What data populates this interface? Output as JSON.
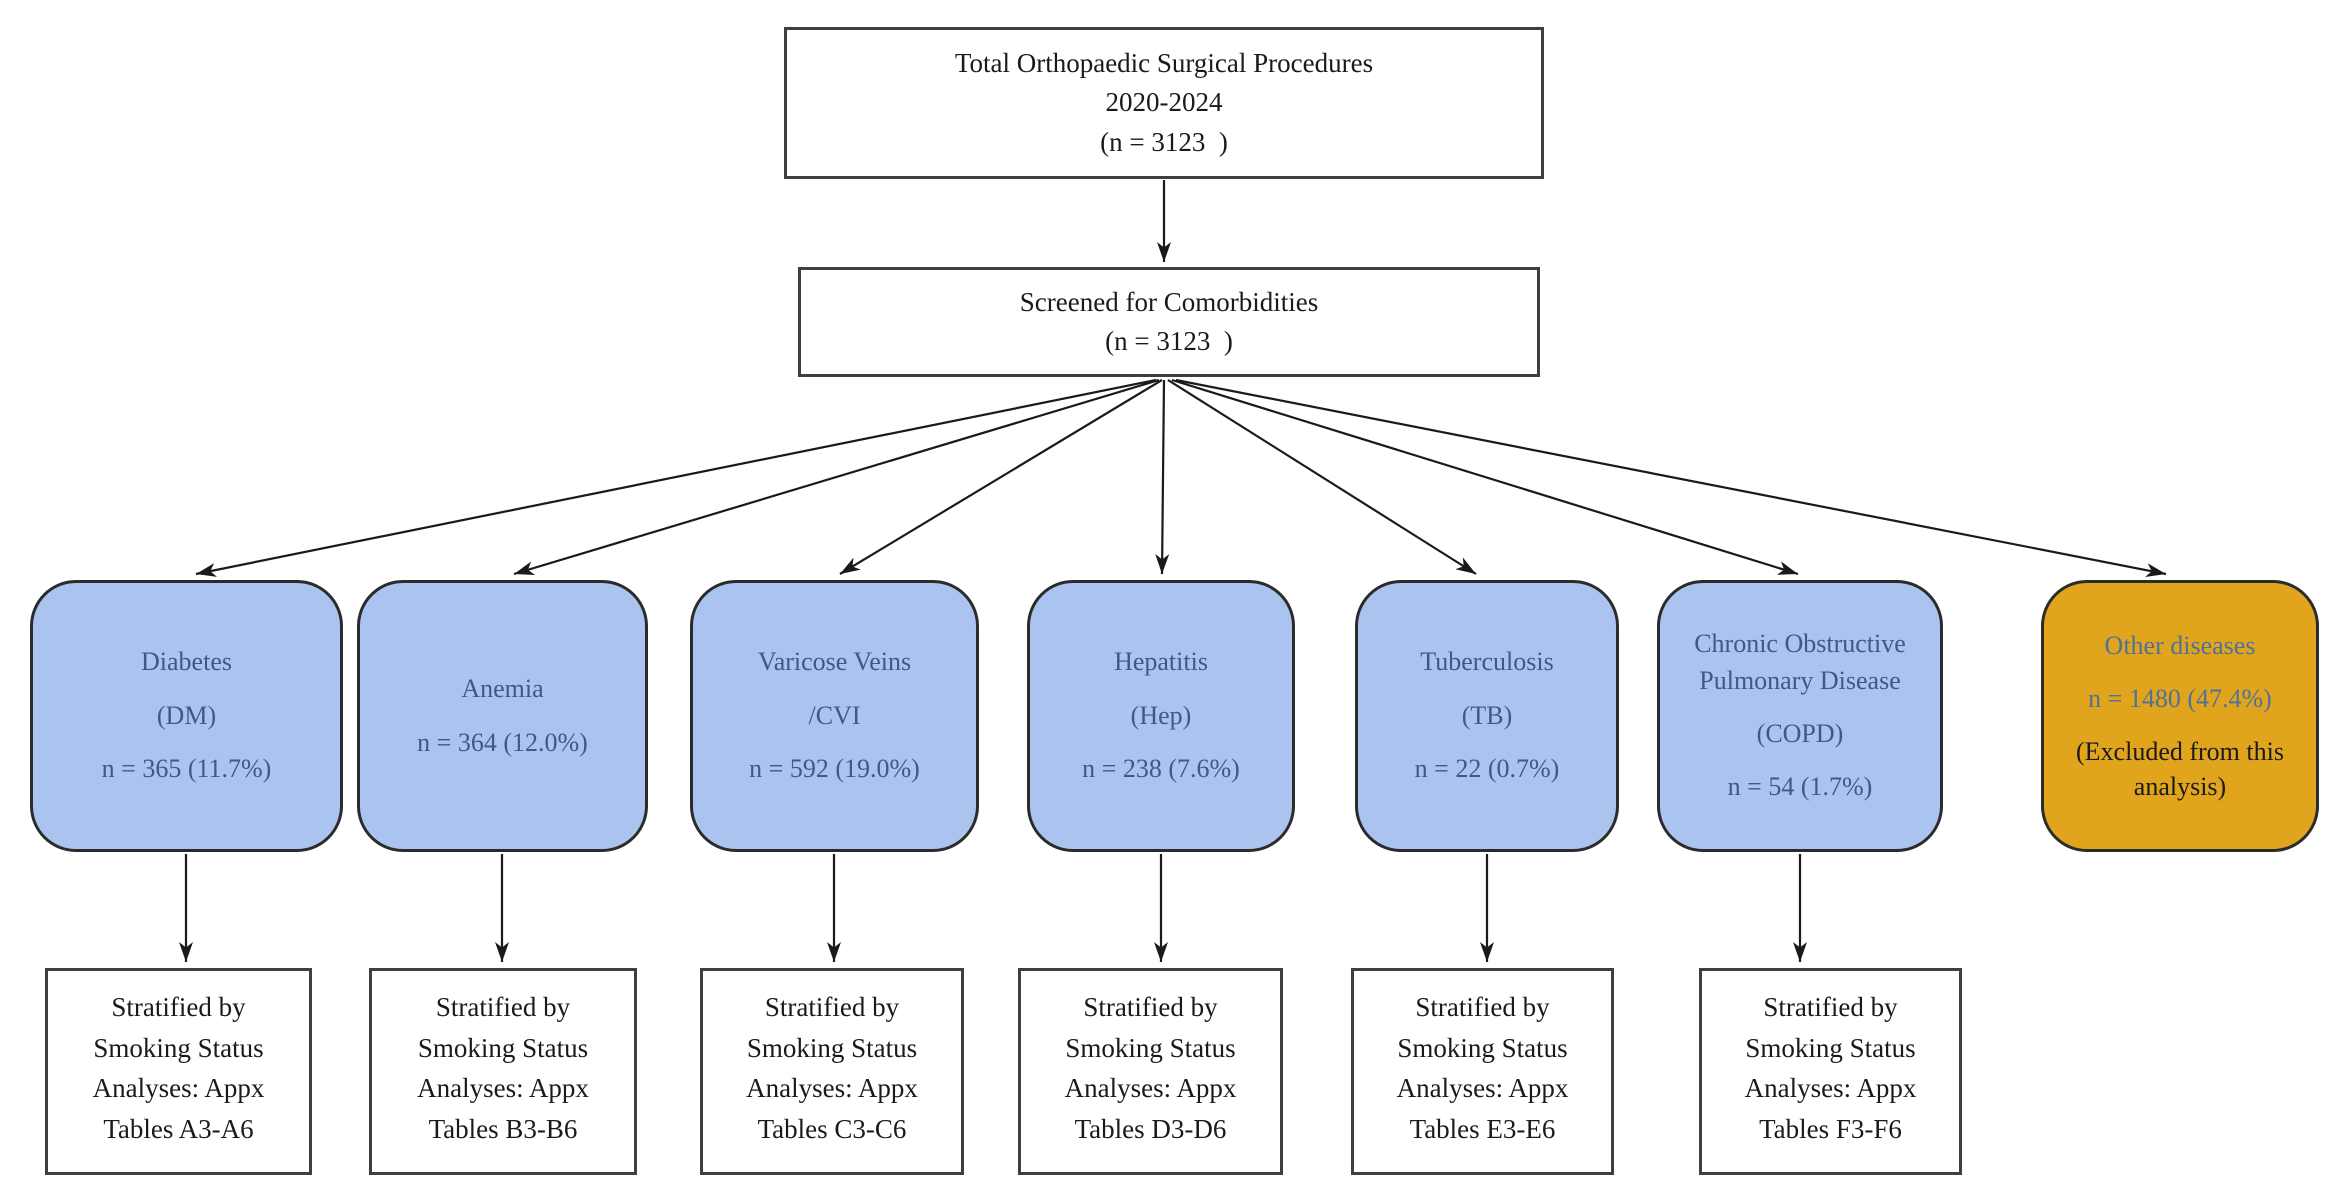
{
  "flowchart": {
    "title_box": {
      "line1": "Total Orthopaedic Surgical Procedures",
      "line2": "2020-2024",
      "line3": "(n = 3123  )"
    },
    "screening_box": {
      "line1": "Screened for Comorbidities",
      "line2": "(n = 3123  )"
    },
    "comorbidities": [
      {
        "name": "Diabetes",
        "abbrev": "(DM)",
        "count": "n = 365 (11.7%)"
      },
      {
        "name": "Anemia",
        "count": "n = 364 (12.0%)"
      },
      {
        "name": "Varicose Veins",
        "abbrev": "/CVI",
        "count": "n = 592 (19.0%)"
      },
      {
        "name": "Hepatitis",
        "abbrev": "(Hep)",
        "count": "n = 238 (7.6%)"
      },
      {
        "name": "Tuberculosis",
        "abbrev": "(TB)",
        "count": "n = 22 (0.7%)"
      },
      {
        "name": "Chronic Obstructive Pulmonary Disease",
        "abbrev": "(COPD)",
        "count": "n = 54 (1.7%)"
      },
      {
        "name": "Other diseases",
        "count": "n = 1480 (47.4%)",
        "note": "(Excluded from this analysis)",
        "excluded": true
      }
    ],
    "outcome_boxes": [
      {
        "text": "Stratified by\nSmoking Status\nAnalyses: Appx\nTables A3-A6"
      },
      {
        "text": "Stratified by\nSmoking Status\nAnalyses: Appx\nTables B3-B6"
      },
      {
        "text": "Stratified by\nSmoking Status\nAnalyses: Appx\nTables C3-C6"
      },
      {
        "text": "Stratified by\nSmoking Status\nAnalyses: Appx\nTables D3-D6"
      },
      {
        "text": "Stratified by\nSmoking Status\nAnalyses: Appx\nTables E3-E6"
      },
      {
        "text": "Stratified by\nSmoking Status\nAnalyses: Appx\nTables F3-F6"
      }
    ]
  },
  "colors": {
    "box_blue": "#abc4ef",
    "box_gold": "#e0a51c",
    "text_blue": "#3d5a87",
    "text_gold_blue": "#50719a",
    "text_dark": "#1a1a1a",
    "line_color": "#1a1a1a"
  }
}
